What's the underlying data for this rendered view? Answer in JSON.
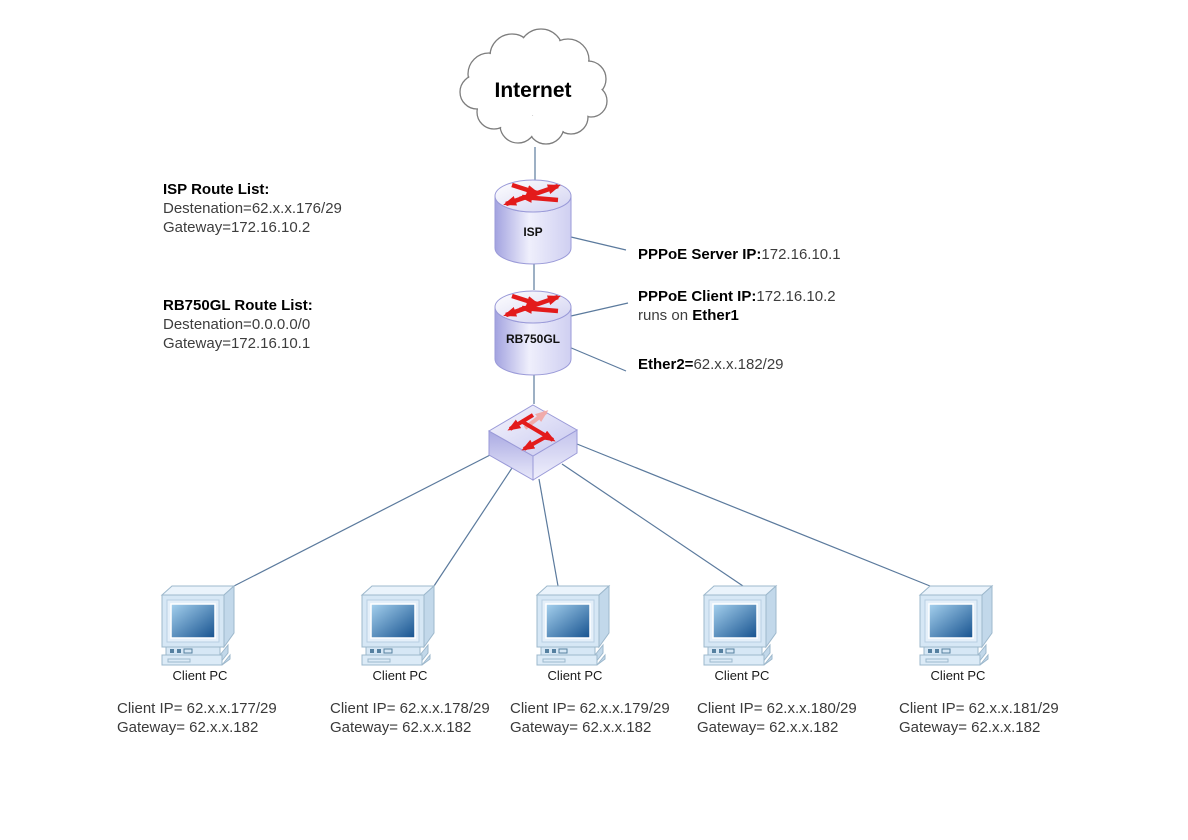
{
  "colors": {
    "arrow_red": "#e31b1b",
    "device_lavender": "#dcdcf6",
    "connector_line": "#5b7a9d",
    "screen_blue_light": "#a6d1ee",
    "screen_blue_dark": "#16528f"
  },
  "diagram": {
    "internet": {
      "label": "Internet"
    },
    "isp_router": {
      "label": "ISP"
    },
    "rb_router": {
      "label": "RB750GL"
    },
    "isp_route_list": {
      "title": "ISP Route List:",
      "destination": "Destenation=62.x.x.176/29",
      "gateway": "Gateway=172.16.10.2"
    },
    "rb_route_list": {
      "title": "RB750GL Route List:",
      "destination": "Destenation=0.0.0.0/0",
      "gateway": "Gateway=172.16.10.1"
    },
    "pppoe_server": {
      "label": "PPPoE Server IP:",
      "value": "172.16.10.1"
    },
    "pppoe_client": {
      "label": "PPPoE Client IP:",
      "value": "172.16.10.2",
      "runs_on": "runs on ",
      "interface": "Ether1"
    },
    "ether2": {
      "label": "Ether2=",
      "value": "62.x.x.182/29"
    },
    "clients": [
      {
        "label": "Client PC",
        "client_ip": "Client IP= 62.x.x.177/29",
        "gateway": "Gateway= 62.x.x.182"
      },
      {
        "label": "Client PC",
        "client_ip": "Client IP= 62.x.x.178/29",
        "gateway": "Gateway= 62.x.x.182"
      },
      {
        "label": "Client PC",
        "client_ip": "Client IP= 62.x.x.179/29",
        "gateway": "Gateway= 62.x.x.182"
      },
      {
        "label": "Client PC",
        "client_ip": "Client IP= 62.x.x.180/29",
        "gateway": "Gateway= 62.x.x.182"
      },
      {
        "label": "Client PC",
        "client_ip": "Client IP= 62.x.x.181/29",
        "gateway": "Gateway= 62.x.x.182"
      }
    ]
  }
}
